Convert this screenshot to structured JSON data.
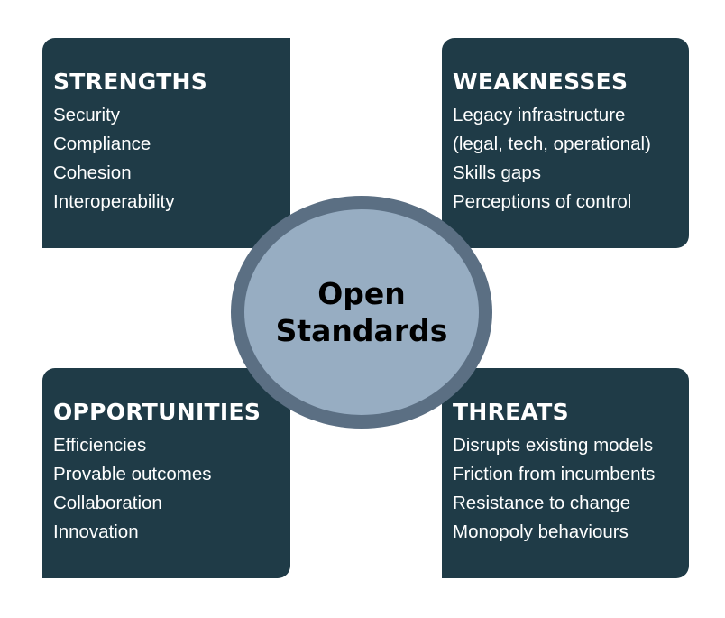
{
  "center": {
    "line1": "Open",
    "line2": "Standards"
  },
  "strengths": {
    "title": "STRENGTHS",
    "items": [
      "Security",
      "Compliance",
      "Cohesion",
      "Interoperability"
    ]
  },
  "weaknesses": {
    "title": "WEAKNESSES",
    "items": [
      "Legacy infrastructure",
      "(legal, tech, operational)",
      "Skills gaps",
      "Perceptions of control"
    ]
  },
  "opportunities": {
    "title": "OPPORTUNITIES",
    "items": [
      "Efficiencies",
      "Provable outcomes",
      "Collaboration",
      "Innovation"
    ]
  },
  "threats": {
    "title": "THREATS",
    "items": [
      "Disrupts existing models",
      "Friction from incumbents",
      "Resistance to change",
      "Monopoly behaviours"
    ]
  },
  "colors": {
    "quadrant_bg": "#1f3b47",
    "circle_ring": "#5b6f83",
    "circle_fill": "#97adc2",
    "text_light": "#ffffff",
    "text_dark": "#000000"
  }
}
